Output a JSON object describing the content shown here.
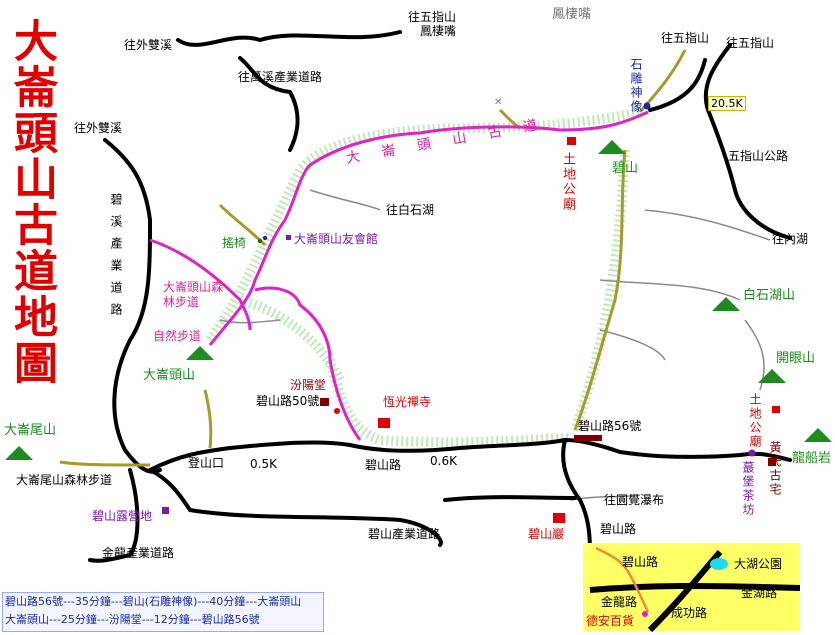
{
  "title": "大崙頭山古道地圖",
  "labels": {
    "fengqizui_gray": "鳳棲嘴",
    "to_wuzhishan_fengqizui_1": "往五指山",
    "to_wuzhishan_fengqizui_2": "鳳棲嘴",
    "to_waishuangxi_top": "往外雙溪",
    "to_wanxi_road": "往萬溪產業道路",
    "to_wuzhishan_a": "往五指山",
    "to_wuzhishan_b": "往五指山",
    "stone_statue": "石雕神像",
    "km_20_5": "20.5K",
    "to_waishuangxi_left": "往外雙溪",
    "daluntoushan_trail": "大崙頭山古道",
    "tudigong_temple_top": "土地公廟",
    "bishan": "碧山",
    "wuzhishan_road": "五指山公路",
    "to_baishihu": "往白石湖",
    "bixi_road": "碧溪產業道路",
    "rocking_chair": "搖椅",
    "friends_hall": "大崙頭山友會館",
    "to_neihu": "往內湖",
    "forest_trail": "大崙頭山森林步道",
    "nature_trail": "自然步道",
    "baishihu_mountain": "白石湖山",
    "kaiyanshan": "開眼山",
    "daluntoushan_peak": "大崙頭山",
    "fenyang_hall": "汾陽堂",
    "bishan_rd_50": "碧山路50號",
    "hengguang_temple": "恆光禪寺",
    "tudigong_temple_right": "土地公廟",
    "huang_old_house": "黃氏古宅",
    "bishan_rd_56": "碧山路56號",
    "longchuan_rock": "龍船岩",
    "dalunweishan": "大崙尾山",
    "trailhead": "登山口",
    "km_0_5": "0.5K",
    "km_0_6": "0.6K",
    "bishan_road_mid": "碧山路",
    "zuibao_tea": "蕞堡茶坊",
    "dalunweishan_forest_trail": "大崙尾山森林步道",
    "to_yuanjue_waterfall": "往圓覺瀑布",
    "bishan_campground": "碧山露營地",
    "bishan_industry_road": "碧山產業道路",
    "bishan_road_right": "碧山路",
    "bishan_rock": "碧山巖",
    "jinlong_industry_road": "金龍產業道路"
  },
  "legend": {
    "bishan_road": "碧山路",
    "dahu_park": "大湖公園",
    "jinhu_road": "金湖路",
    "jinlong_road": "金龍路",
    "chenggong_road": "成功路",
    "dean_store": "德安百貨"
  },
  "notes": {
    "line1": "碧山路56號---35分鐘---碧山(石雕神像)---40分鐘---大崙頭山",
    "line2": "大崙頭山---25分鐘---汾陽堂---12分鐘---碧山路56號"
  },
  "colors": {
    "title": "#e00000",
    "trail": "#e020c8",
    "road": "#000000",
    "path": "#a89a2a",
    "mountain": "#1f8a1f",
    "legend_bg": "#ffff66"
  }
}
